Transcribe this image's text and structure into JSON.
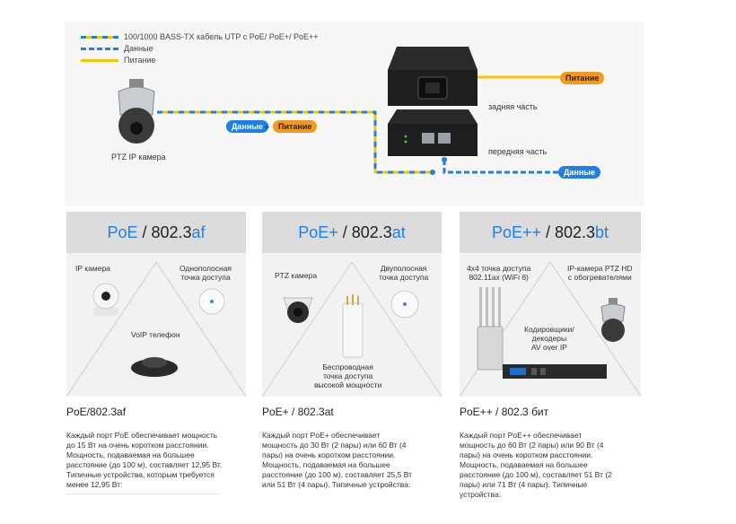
{
  "legend": {
    "items": [
      {
        "label": "100/1000 BASS-TX кабель UTP с PoE/ PoE+/ PoE++",
        "color": "#1f7fe6"
      },
      {
        "label": "Данные",
        "color": "#1f7fe6"
      },
      {
        "label": "Питание",
        "color": "#f2c500"
      }
    ]
  },
  "diagram": {
    "camera_label": "PTZ IP  камера",
    "data_pill": "Данные",
    "plus": "+",
    "power_pill": "Питание",
    "power_right": "Питание",
    "data_right": "Данные",
    "back_label": "задняя часть",
    "front_label": "передняя часть",
    "colors": {
      "data": "#1f7fe6",
      "power": "#f29a1f"
    }
  },
  "panels": [
    {
      "head_std": "PoE",
      "head_sep": " / 802.3",
      "head_suffix": "af",
      "labels": [
        "IP камера",
        "Однополосная\nточка доступа",
        "VoIP телефон"
      ]
    },
    {
      "head_std": "PoE+",
      "head_sep": " / 802.3",
      "head_suffix": "at",
      "labels": [
        "PTZ камера",
        "Двуполосная\nточка доступа",
        "Беспроводная\nточка доступа\nвысокой мощности"
      ]
    },
    {
      "head_std": "PoE++",
      "head_sep": " / 802.3",
      "head_suffix": "bt",
      "labels": [
        "4x4 точка доступа\n802.11ax (WiFi 6)",
        "IP-камера PTZ HD\nс обогревателями",
        "Кодировщики/\nдекодеры\nAV over IP"
      ]
    }
  ],
  "descriptions": [
    {
      "title": "PoE/802.3af",
      "body": "Каждый порт PoE обеспечивает мощность\nдо 15 Вт на очень коротком расстоянии.\nМощность, подаваемая на большее\nрасстояние (до 100 м), составляет 12,95 Вт.\nТипичные устройства, которым требуется\nменее 12,95 Вт:"
    },
    {
      "title": "PoE+ / 802.3at",
      "body": "Каждый порт PoE+ обеспечивает\nмощность до 30 Вт (2 пары) или 60 Вт (4\nпары) на очень коротком расстоянии.\nМощность, подаваемая на большее\nрасстояние (до 100 м), составляет 25,5 Вт\nили 51 Вт (4 пары). Типичные устройства:"
    },
    {
      "title": "PoE++ / 802.3 бит",
      "body": "Каждый порт PoE++ обеспечивает\nмощность до 60 Вт (2 пары) или 90 Вт (4\nпары) на очень коротком расстоянии.\nМощность, подаваемая на большее\nрасстояние (до 100 м), составляет 51 Вт (2\nпары) или 71 Вт (4 пары). Типичные\nустройства:"
    }
  ]
}
